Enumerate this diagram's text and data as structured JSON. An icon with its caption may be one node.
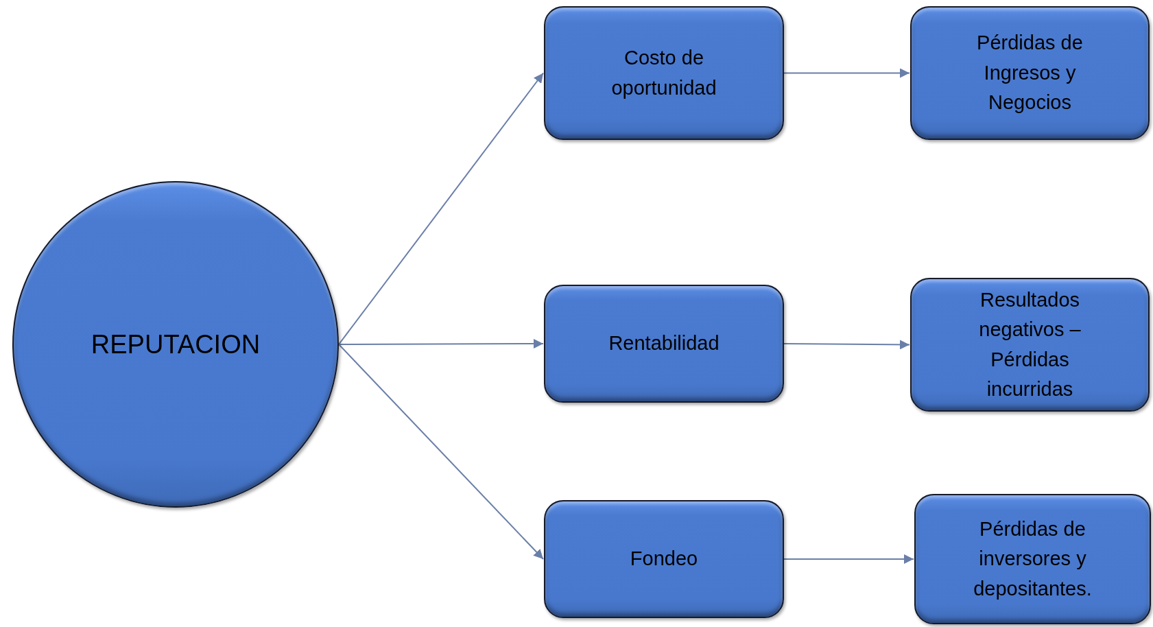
{
  "diagram": {
    "nodes": [
      {
        "text": [
          "REPUTACION"
        ]
      },
      {
        "text": [
          "Costo de oportunidad"
        ]
      },
      {
        "text": [
          "Pérdidas de Ingresos y Negocios"
        ]
      },
      {
        "text": [
          "Rentabilidad"
        ]
      },
      {
        "text": [
          "Resultados negativos – Pérdidas incurridas"
        ]
      },
      {
        "text": [
          "Fondeo"
        ]
      },
      {
        "text": [
          "Pérdidas de inversores y depositantes."
        ]
      }
    ],
    "edges": [
      {
        "from": 0,
        "to": 1,
        "arrow": "to"
      },
      {
        "from": 0,
        "to": 3,
        "arrow": "to"
      },
      {
        "from": 0,
        "to": 5,
        "arrow": "to"
      },
      {
        "from": 1,
        "to": 2,
        "arrow": "to"
      },
      {
        "from": 3,
        "to": 4,
        "arrow": "to"
      },
      {
        "from": 5,
        "to": 6,
        "arrow": "to"
      }
    ]
  }
}
